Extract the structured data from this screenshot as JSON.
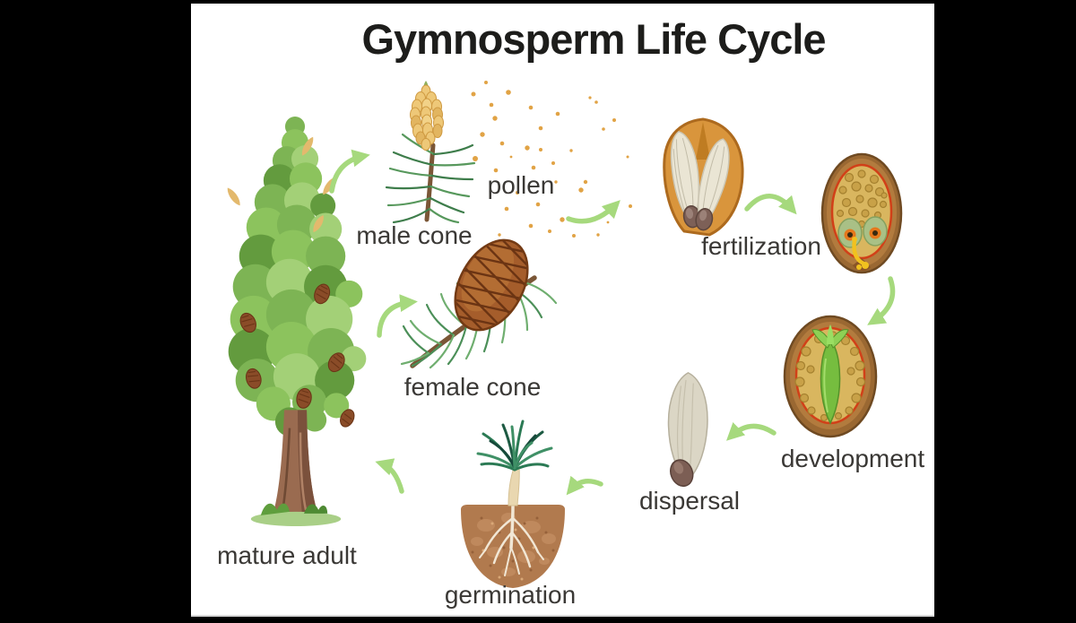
{
  "title": "Gymnosperm Life Cycle",
  "stages": [
    {
      "id": "male-cone",
      "label": "male cone",
      "icon": "male-cone-branch-illustration"
    },
    {
      "id": "pollen",
      "label": "pollen",
      "icon": "pollen-dots-illustration"
    },
    {
      "id": "fertilization",
      "label": "fertilization",
      "icon": "seed-scale-and-ovule-illustration"
    },
    {
      "id": "development",
      "label": "development",
      "icon": "seed-with-embryo-illustration"
    },
    {
      "id": "dispersal",
      "label": "dispersal",
      "icon": "winged-seed-illustration"
    },
    {
      "id": "germination",
      "label": "germination",
      "icon": "seedling-in-soil-illustration"
    },
    {
      "id": "mature-adult",
      "label": "mature adult",
      "icon": "pine-tree-illustration"
    },
    {
      "id": "female-cone",
      "label": "female cone",
      "icon": "pine-cone-branch-illustration"
    }
  ],
  "colors": {
    "background": "#000000",
    "panel": "#ffffff",
    "title": "#1d1d1b",
    "label": "#3a3835",
    "arrow": "#a6d97d",
    "pollen_dot": "#e1a345"
  }
}
